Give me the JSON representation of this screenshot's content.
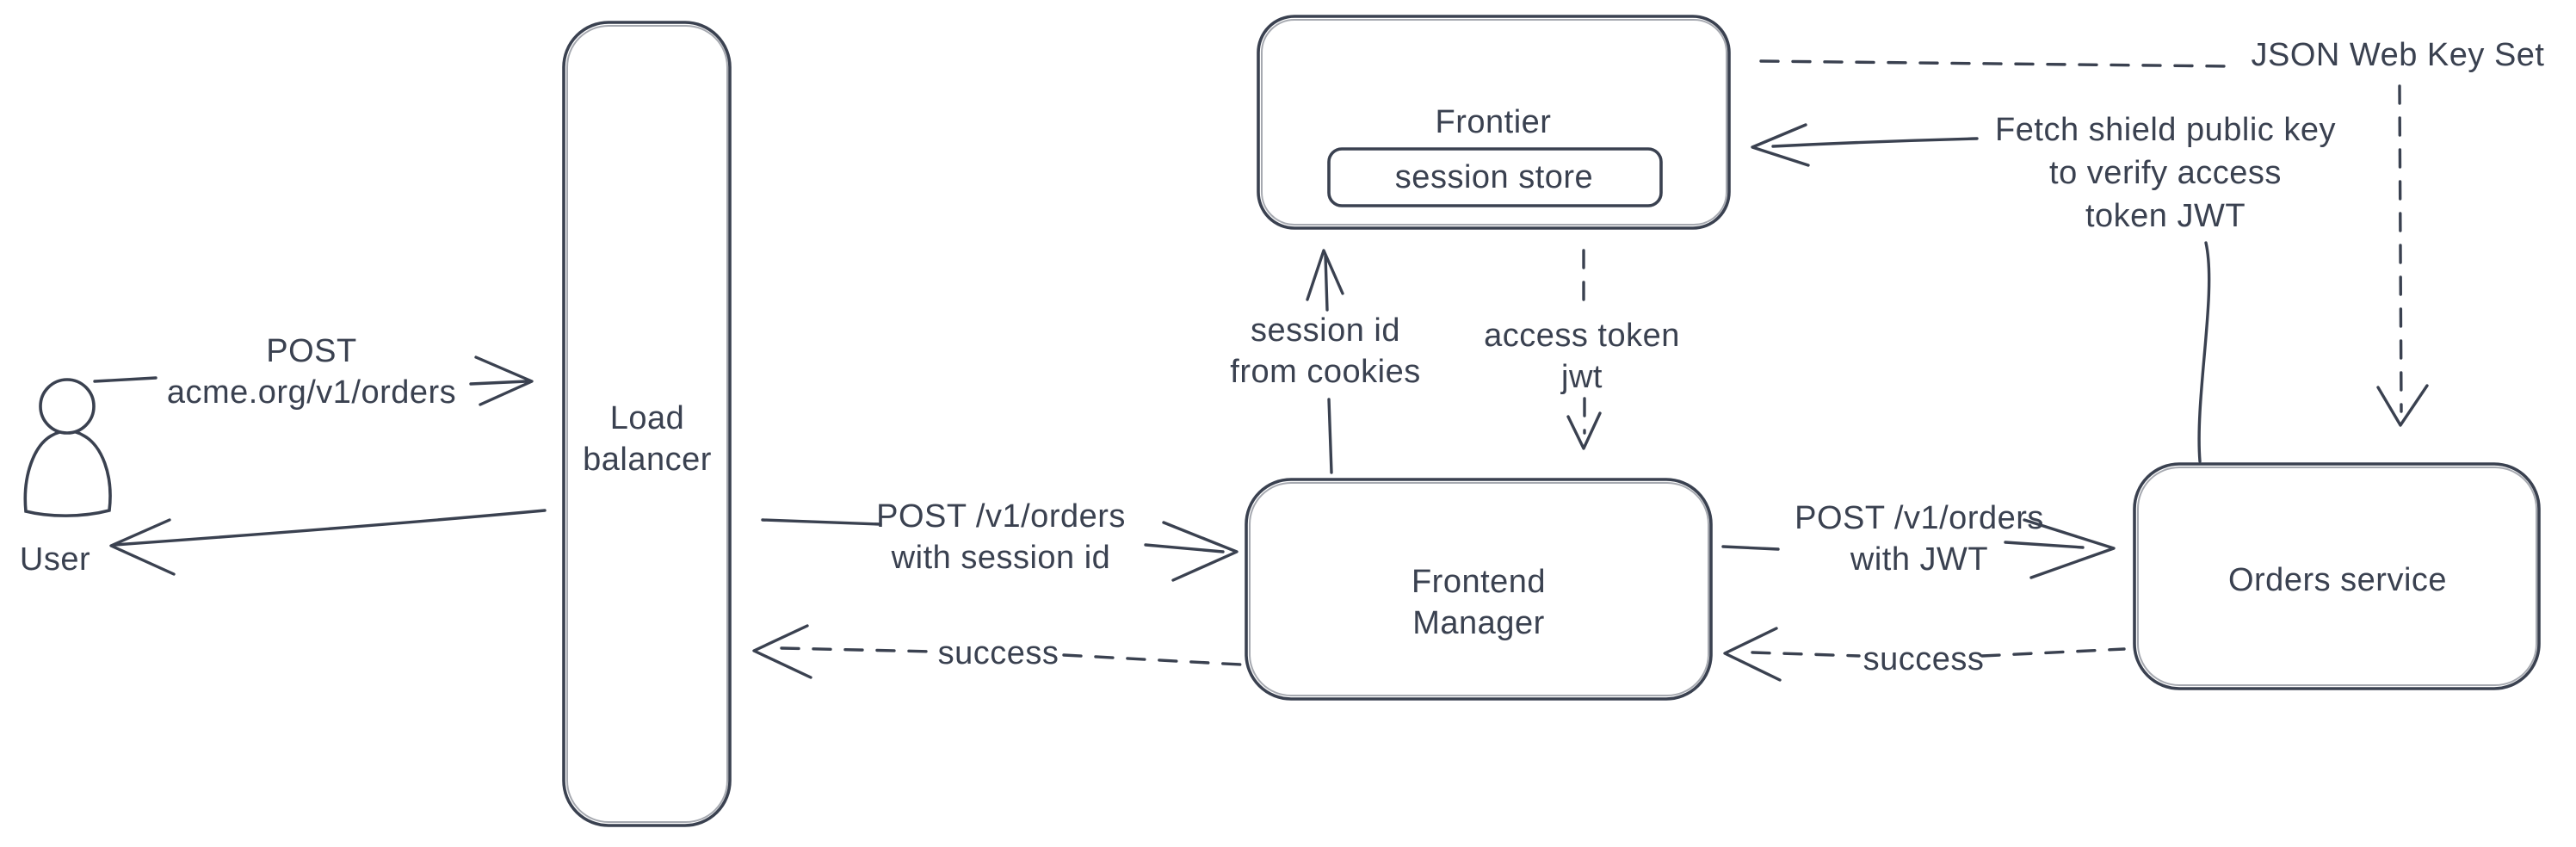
{
  "diagram": {
    "colors": {
      "stroke": "#3a4150",
      "background": "#ffffff",
      "hatch": "#cdd6dd"
    },
    "nodes": {
      "user": {
        "label": "User"
      },
      "load_balancer": {
        "lines": [
          "Load",
          "balancer"
        ]
      },
      "frontier": {
        "label": "Frontier"
      },
      "session_store": {
        "label": "session store"
      },
      "frontend_manager": {
        "lines": [
          "Frontend",
          "Manager"
        ]
      },
      "orders_service": {
        "label": "Orders service"
      },
      "jwks": {
        "label": "JSON Web Key Set"
      }
    },
    "edges": {
      "user_to_lb": {
        "style": "solid",
        "lines": [
          "POST",
          "acme.org/v1/orders"
        ]
      },
      "lb_to_user": {
        "style": "solid",
        "lines": []
      },
      "lb_to_fm": {
        "style": "solid",
        "lines": [
          "POST /v1/orders",
          "with session id"
        ]
      },
      "fm_to_lb": {
        "style": "dashed",
        "lines": [
          "success"
        ]
      },
      "fm_to_frontier": {
        "style": "solid",
        "lines": [
          "session id",
          "from cookies"
        ]
      },
      "frontier_to_fm": {
        "style": "dashed",
        "lines": [
          "access token",
          "jwt"
        ]
      },
      "fm_to_orders": {
        "style": "solid",
        "lines": [
          "POST /v1/orders",
          "with JWT"
        ]
      },
      "orders_to_fm": {
        "style": "dashed",
        "lines": [
          "success"
        ]
      },
      "orders_to_frontier": {
        "style": "solid",
        "lines": [
          "Fetch shield public key",
          "to verify access",
          "token JWT"
        ]
      },
      "frontier_to_jwks": {
        "style": "dashed",
        "lines": []
      },
      "jwks_to_orders": {
        "style": "dashed",
        "lines": []
      }
    }
  }
}
